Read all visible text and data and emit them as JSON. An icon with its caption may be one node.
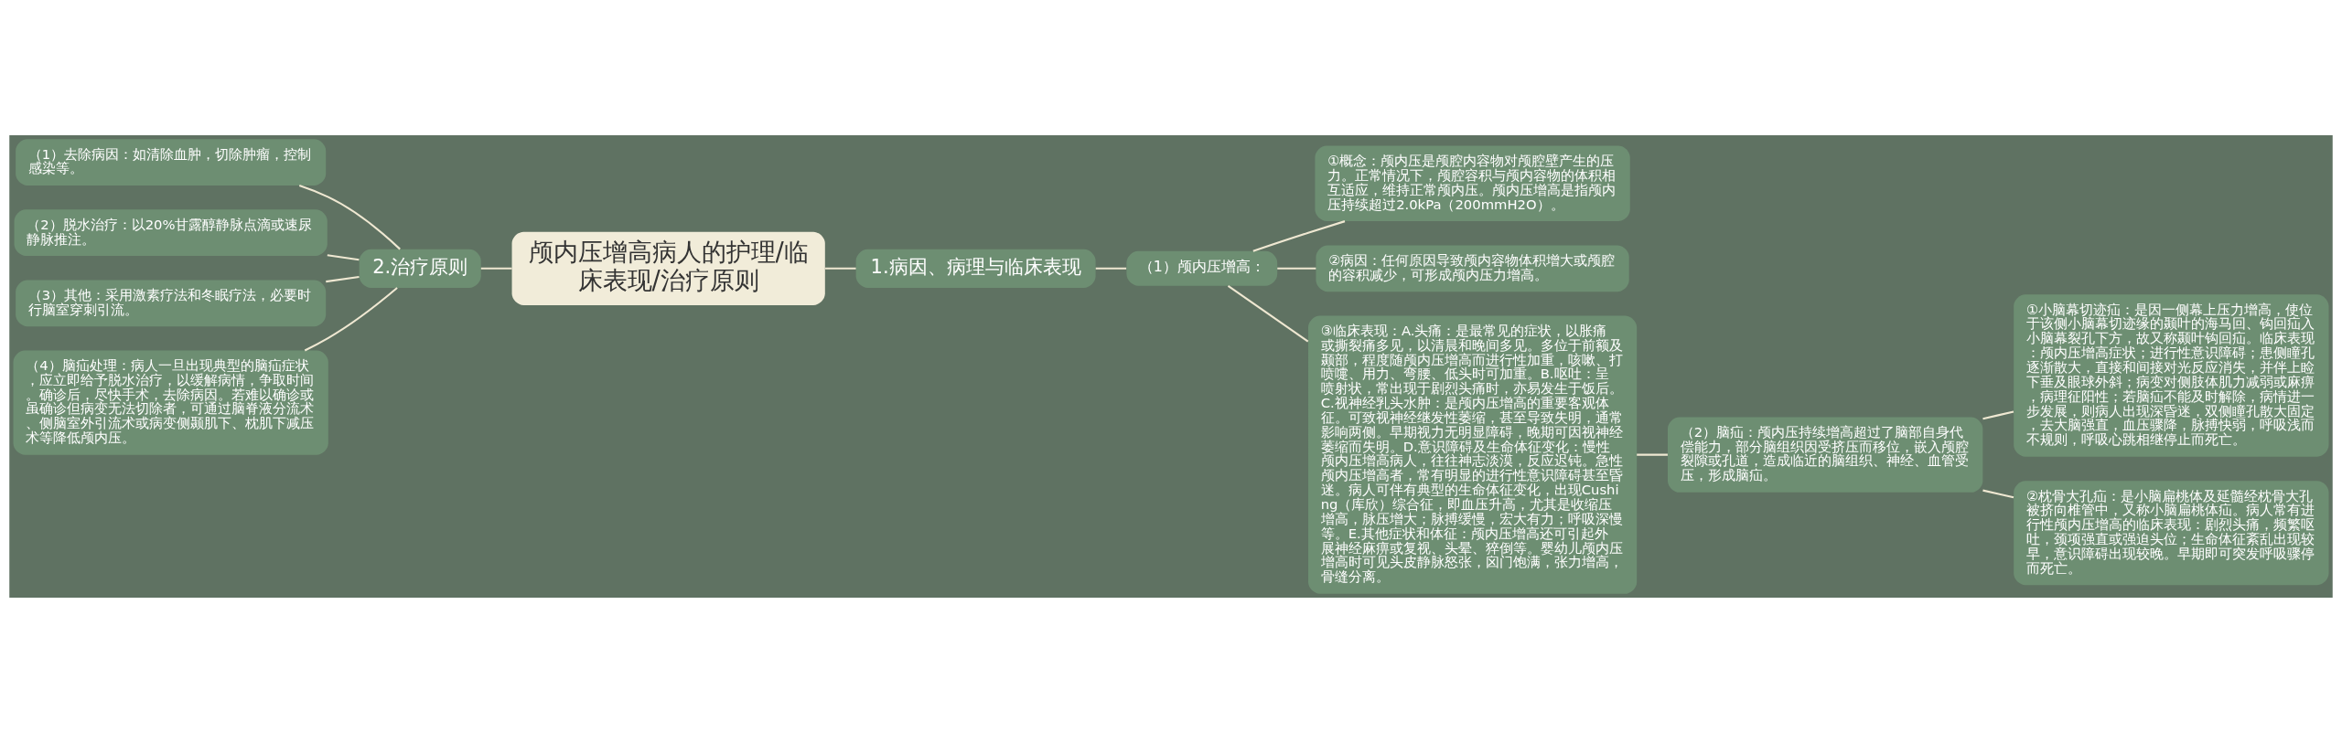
{
  "diagram": {
    "nodes": [
      {
        "text": [
          "（1）去除病因：如清除血肿，切除肿瘤，控制感染等。"
        ]
      },
      {
        "text": [
          "（2）脱水治疗：以20%甘露醇静脉点滴或速尿静脉推注。"
        ]
      },
      {
        "text": [
          "（3）其他：采用激素疗法和冬眠疗法，必要时行脑室穿刺引流。"
        ]
      },
      {
        "text": [
          "（4）脑疝处理：病人一旦出现典型的脑疝症状，应立即给予脱水治疗，以缓解病情，争取时间。确诊后，尽快手术，去除病因。若难以确诊或虽确诊但病变无法切除者，可通过脑脊液分流术、侧脑室外引流术或病变侧颞肌下、枕肌下减压术等降低颅内压。"
        ]
      },
      {
        "text": [
          "2.治疗原则"
        ]
      },
      {
        "text": [
          "颅内压增高病人的护理/临床表现/治疗原则"
        ]
      },
      {
        "text": [
          "1.病因、病理与临床表现"
        ]
      },
      {
        "text": [
          "（1）颅内压增高："
        ]
      },
      {
        "text": [
          "①概念：颅内压是颅腔内容物对颅腔壁产生的压力。正常情况下，颅腔容积与颅内容物的体积相互适应，维持正常颅内压。颅内压增高是指颅内压持续超过2.0kPa（200mmH2O）。"
        ]
      },
      {
        "text": [
          "②病因：任何原因导致颅内容物体积增大或颅腔的容积减少，可形成颅内压力增高。"
        ]
      },
      {
        "text": [
          "③临床表现：A.头痛：是最常见的症状，以胀痛或撕裂痛多见，以清晨和晚间多见。多位于前额及颞部，程度随颅内压增高而进行性加重，咳嗽、打喷嚏、用力、弯腰、低头时可加重。B.呕吐：呈喷射状，常出现于剧烈头痛时，亦易发生于饭后。C.视神经乳头水肿：是颅内压增高的重要客观体征。可致视神经继发性萎缩，甚至导致失明，通常影响两侧。早期视力无明显障碍，晚期可因视神经萎缩而失明。D.意识障碍及生命体征变化：慢性颅内压增高病人，往往神志淡漠，反应迟钝。急性颅内压增高者，常有明显的进行性意识障碍甚至昏迷。病人可伴有典型的生命体征变化，出现Cushing（库欣）综合征，即血压升高，尤其是收缩压增高，脉压增大；脉搏缓慢，宏大有力；呼吸深慢等。E.其他症状和体征：颅内压增高还可引起外展神经麻痹或复视、头晕、猝倒等。婴幼儿颅内压增高时可见头皮静脉怒张，囟门饱满，张力增高，骨缝分离。"
        ]
      },
      {
        "text": [
          "（2）脑疝：颅内压持续增高超过了脑部自身代偿能力，部分脑组织因受挤压而移位，嵌入颅腔裂隙或孔道，造成临近的脑组织、神经、血管受压，形成脑疝。"
        ]
      },
      {
        "text": [
          "①小脑幕切迹疝：是因一侧幕上压力增高，使位于该侧小脑幕切迹缘的颞叶的海马回、钩回疝入小脑幕裂孔下方，故又称颞叶钩回疝。临床表现：颅内压增高症状；进行性意识障碍；患侧瞳孔逐渐散大，直接和间接对光反应消失，并伴上睑下垂及眼球外斜；病变对侧肢体肌力减弱或麻痹，病理征阳性；若脑疝不能及时解除，病情进一步发展，则病人出现深昏迷，双侧瞳孔散大固定，去大脑强直，血压骤降，脉搏快弱，呼吸浅而不规则，呼吸心跳相继停止而死亡。"
        ]
      },
      {
        "text": [
          "②枕骨大孔疝：是小脑扁桃体及延髓经枕骨大孔被挤向椎管中，又称小脑扁桃体疝。病人常有进行性颅内压增高的临床表现：剧烈头痛，频繁呕吐，颈项强直或强迫头位；生命体征紊乱出现较早，意识障碍出现较晚。早期即可突发呼吸骤停而死亡。"
        ]
      }
    ],
    "edges": [
      {
        "from": 0,
        "to": 4,
        "arrow": "none"
      },
      {
        "from": 1,
        "to": 4,
        "arrow": "none"
      },
      {
        "from": 2,
        "to": 4,
        "arrow": "none"
      },
      {
        "from": 3,
        "to": 4,
        "arrow": "none"
      },
      {
        "from": 4,
        "to": 5,
        "arrow": "none"
      },
      {
        "from": 5,
        "to": 6,
        "arrow": "none"
      },
      {
        "from": 6,
        "to": 7,
        "arrow": "none"
      },
      {
        "from": 7,
        "to": 8,
        "arrow": "none"
      },
      {
        "from": 7,
        "to": 9,
        "arrow": "none"
      },
      {
        "from": 7,
        "to": 10,
        "arrow": "none"
      },
      {
        "from": 10,
        "to": 11,
        "arrow": "none"
      },
      {
        "from": 11,
        "to": 12,
        "arrow": "none"
      },
      {
        "from": 11,
        "to": 13,
        "arrow": "none"
      }
    ]
  }
}
